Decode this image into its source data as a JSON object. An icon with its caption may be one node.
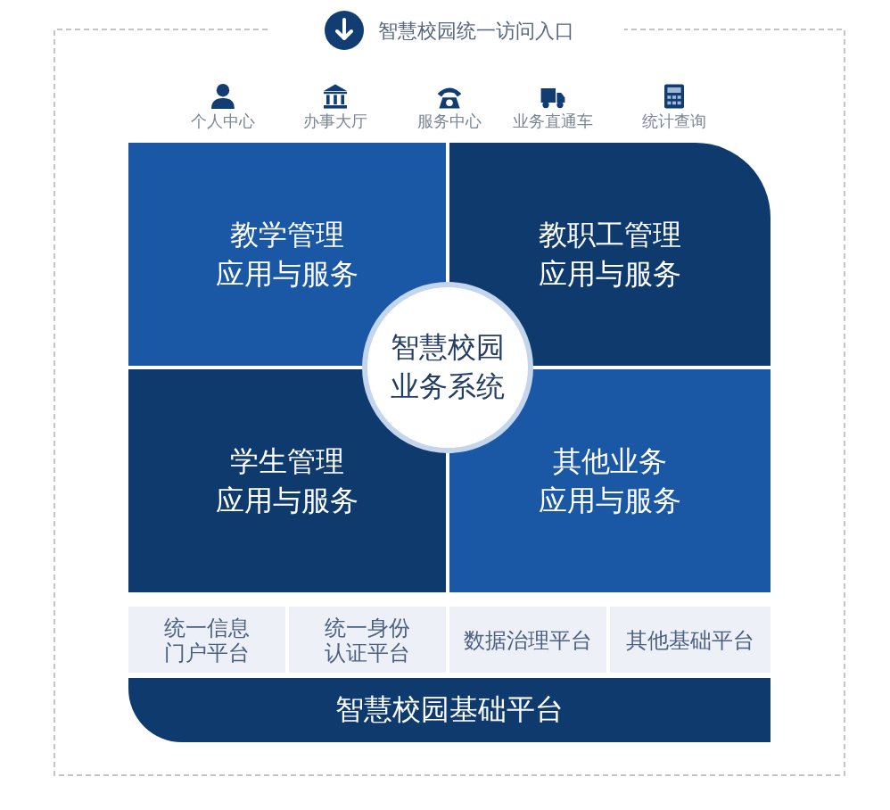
{
  "diagram": {
    "nodes": [
      {
        "text": [
          "智慧校园统一访问入口"
        ]
      },
      {
        "text": [
          "教学管理",
          "应用与服务"
        ],
        "in": 0
      },
      {
        "text": [
          "教职工管理",
          "应用与服务"
        ],
        "in": 0
      },
      {
        "text": [
          "智慧校园业务系统"
        ],
        "in": 0
      },
      {
        "text": [
          "学生管理",
          "应用与服务"
        ],
        "in": 0
      },
      {
        "text": [
          "其他业务",
          "应用与服务"
        ],
        "in": 0
      },
      {
        "text": [
          "统一信息门户平台"
        ],
        "in": 0
      },
      {
        "text": [
          "统一身份认证平台"
        ],
        "in": 0
      },
      {
        "text": [
          "数据治理平台"
        ],
        "in": 0
      },
      {
        "text": [
          "其他基础平台"
        ],
        "in": 0
      },
      {
        "text": [
          "智慧校园基础平台"
        ],
        "in": 0
      }
    ],
    "labels": [
      "个人中心",
      "办事大厅",
      "服务中心",
      "业务直通车",
      "统计查询"
    ]
  }
}
